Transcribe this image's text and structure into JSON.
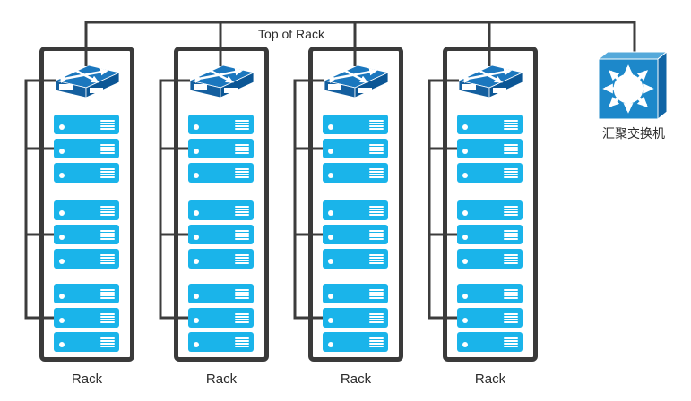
{
  "diagram": {
    "top_link_label": "Top of Rack",
    "racks": [
      {
        "label": "Rack",
        "switch_icon": "tor-switch",
        "server_groups": [
          3,
          3,
          3
        ]
      },
      {
        "label": "Rack",
        "switch_icon": "tor-switch",
        "server_groups": [
          3,
          3,
          3
        ]
      },
      {
        "label": "Rack",
        "switch_icon": "tor-switch",
        "server_groups": [
          3,
          3,
          3
        ]
      },
      {
        "label": "Rack",
        "switch_icon": "tor-switch",
        "server_groups": [
          3,
          3,
          3
        ]
      }
    ],
    "aggregation_switch": {
      "label": "汇聚交换机",
      "icon": "aggregation-switch"
    },
    "colors": {
      "server_fill": "#1AB4EA",
      "switch_top": "#1B77BE",
      "switch_front": "#145F9F",
      "switch_side": "#0B5695",
      "agg_front": "#1D88CA",
      "agg_top": "#55A9DA",
      "agg_side": "#1065A6",
      "rack_border": "#3A3A3A",
      "line": "#3C3C3C",
      "label_text": "#2B2B2B"
    }
  }
}
